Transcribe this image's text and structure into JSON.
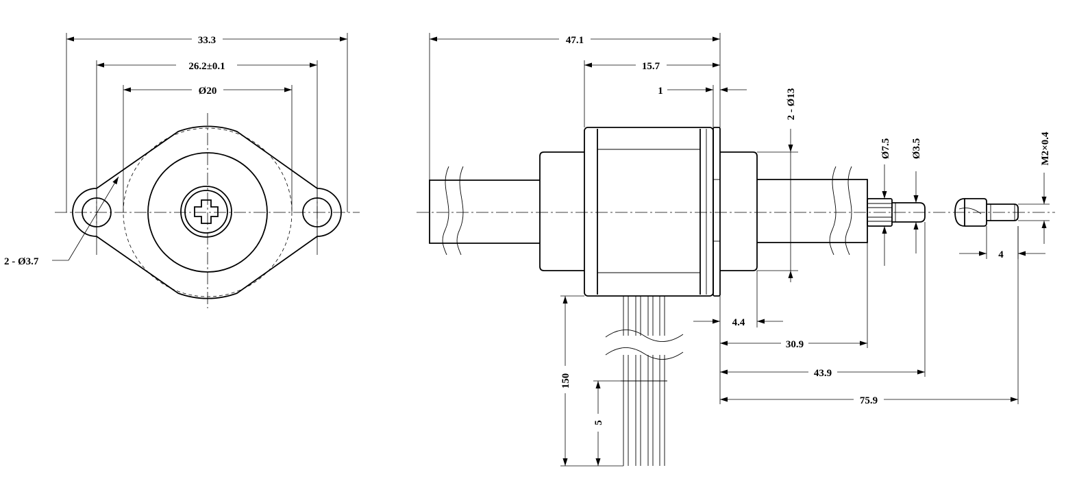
{
  "front_view": {
    "dims": {
      "overall_width": "33.3",
      "mount_hole_spacing": "26.2±0.1",
      "body_diameter": "Ø20",
      "mount_holes": "2 - Ø3.7"
    }
  },
  "side_view": {
    "dims": {
      "overall_length": "47.1",
      "body_length": "15.7",
      "flange_thickness": "1",
      "boss_diameter": "2 - Ø13",
      "pinion_diameter": "Ø7.5",
      "shaft_diameter": "Ø3.5",
      "thread": "M2×0.4",
      "thread_length": "4",
      "boss_offset": "4.4",
      "dim_30_9": "30.9",
      "dim_43_9": "43.9",
      "dim_75_9": "75.9",
      "lead_length": "150",
      "lead_strip": "5"
    }
  }
}
